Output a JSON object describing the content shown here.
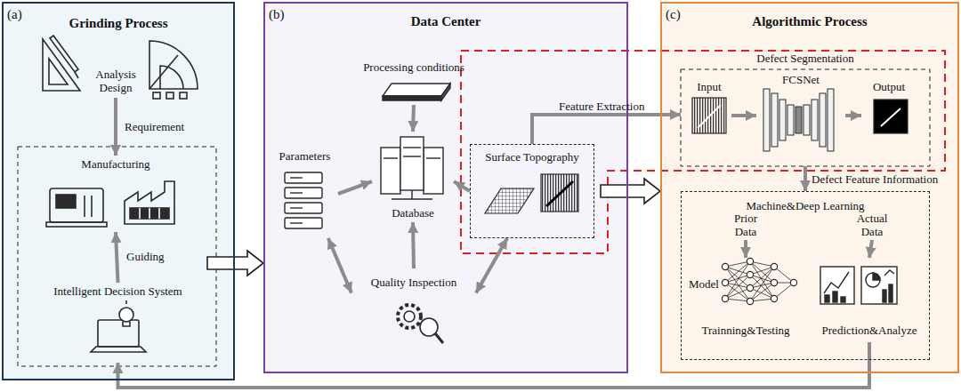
{
  "diagram": {
    "nodes": [
      {
        "text": [
          "(a)",
          "Grinding Process"
        ]
      },
      {
        "text": [
          "Analysis Design"
        ],
        "in": 0
      },
      {
        "text": [
          "Manufacturing"
        ],
        "in": 0
      },
      {
        "text": [
          "Intelligent Decision System"
        ],
        "in": 0
      },
      {
        "text": [
          "(b)",
          "Data Center"
        ]
      },
      {
        "text": [
          "Processing conditions"
        ],
        "in": 4
      },
      {
        "text": [
          "Parameters"
        ],
        "in": 4
      },
      {
        "text": [
          "Database"
        ],
        "in": 4
      },
      {
        "text": [
          "Surface Topography"
        ],
        "in": 4
      },
      {
        "text": [
          "Quality Inspection"
        ],
        "in": 4
      },
      {
        "text": [
          "(c)",
          "Algorithmic Process"
        ]
      },
      {
        "text": [
          "Defect Segmentation"
        ],
        "in": 10
      },
      {
        "text": [
          "Input"
        ],
        "in": 11
      },
      {
        "text": [
          "FCSNet"
        ],
        "in": 11
      },
      {
        "text": [
          "Output"
        ],
        "in": 11
      },
      {
        "text": [
          "Machine&Deep Learning"
        ],
        "in": 10
      },
      {
        "text": [
          "Prior Data"
        ],
        "in": 15
      },
      {
        "text": [
          "Model",
          "Trainning&Testing"
        ],
        "in": 15
      },
      {
        "text": [
          "Actual Data"
        ],
        "in": 15
      },
      {
        "text": [
          "Prediction&Analyze"
        ],
        "in": 15
      }
    ],
    "edges": [
      {
        "from": 1,
        "to": 2,
        "label": "Requirement",
        "arrow": "to"
      },
      {
        "from": 3,
        "to": 2,
        "label": "Guiding",
        "arrow": "to"
      },
      {
        "from": 0,
        "to": 4,
        "arrow": "to"
      },
      {
        "from": 5,
        "to": 7,
        "arrow": "to"
      },
      {
        "from": 6,
        "to": 7,
        "arrow": "to"
      },
      {
        "from": 8,
        "to": 7,
        "arrow": "to"
      },
      {
        "from": 9,
        "to": 7,
        "arrow": "to"
      },
      {
        "from": 6,
        "to": 9,
        "arrow": "both"
      },
      {
        "from": 9,
        "to": 8,
        "arrow": "both"
      },
      {
        "from": 8,
        "to": 11,
        "label": "Feature Extraction",
        "arrow": "to"
      },
      {
        "from": 4,
        "to": 10,
        "arrow": "to"
      },
      {
        "from": 12,
        "to": 13,
        "arrow": "to"
      },
      {
        "from": 13,
        "to": 14,
        "arrow": "to"
      },
      {
        "from": 11,
        "to": 15,
        "label": "Defect Feature Information",
        "arrow": "to"
      },
      {
        "from": 16,
        "to": 17,
        "arrow": "to"
      },
      {
        "from": 18,
        "to": 19,
        "arrow": "to"
      },
      {
        "from": 19,
        "to": 3,
        "arrow": "to"
      }
    ]
  }
}
